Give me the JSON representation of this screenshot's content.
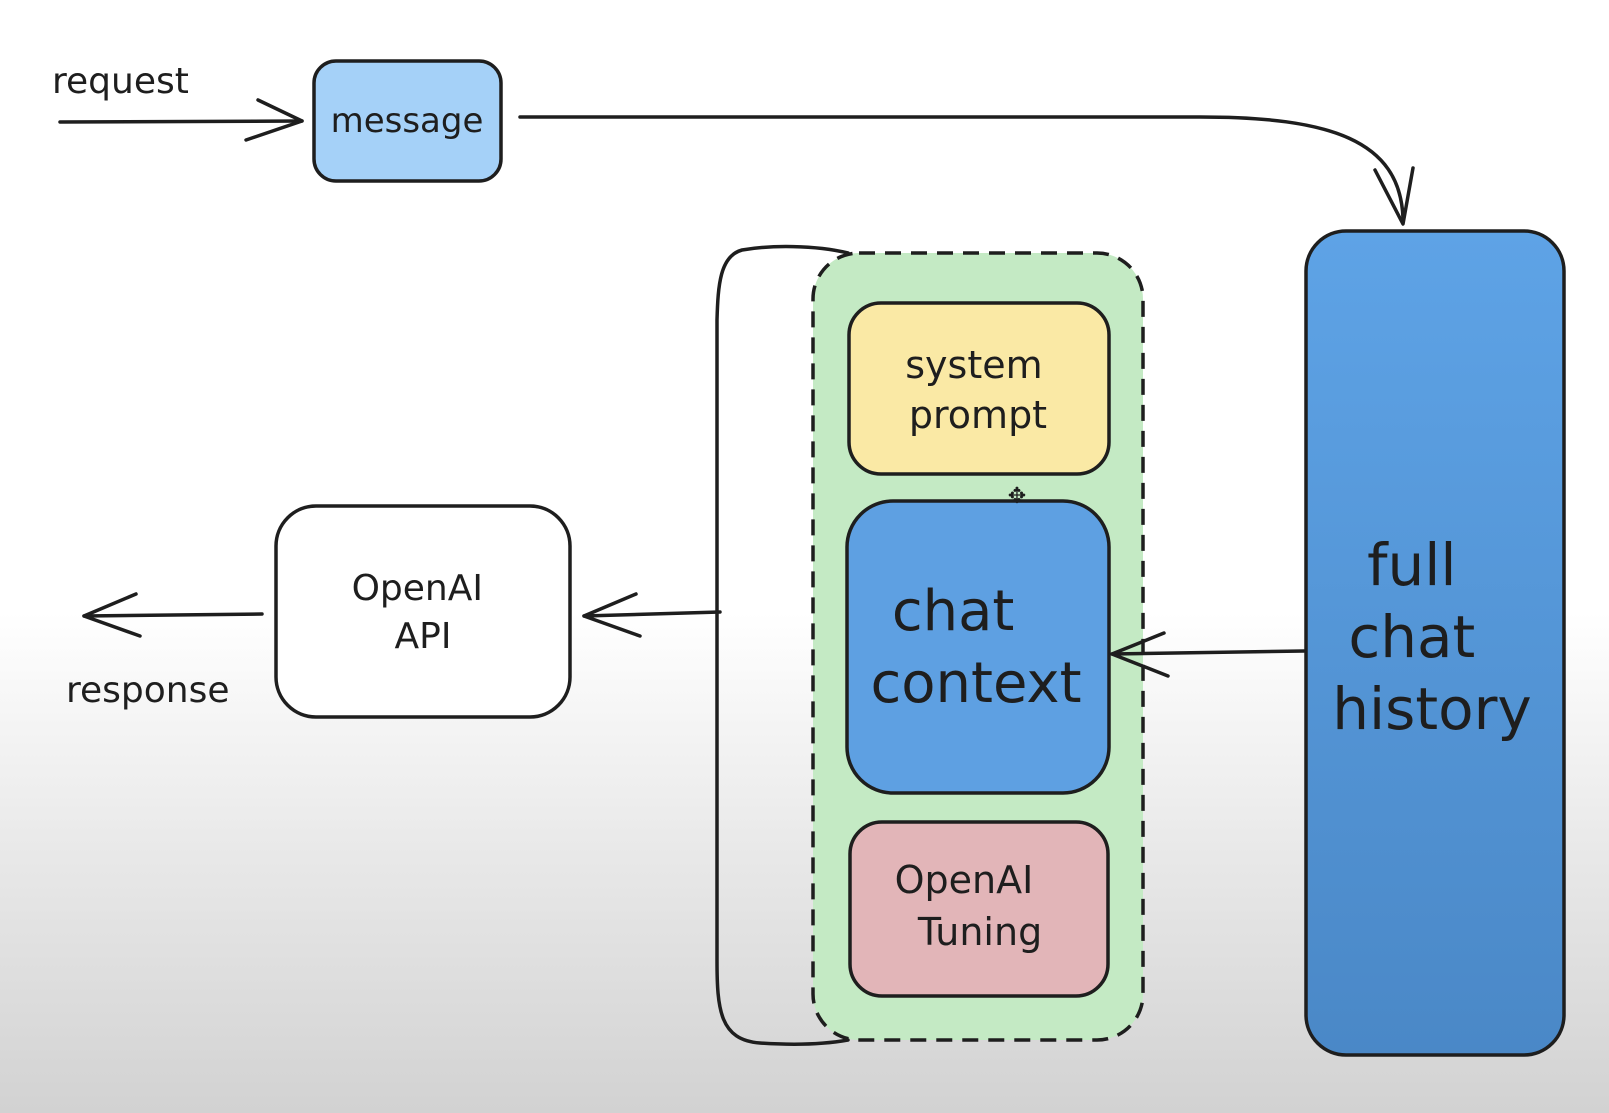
{
  "labels": {
    "request": "request",
    "message": "message",
    "response": "response",
    "openai_api": [
      "OpenAI",
      "API"
    ],
    "system_prompt": [
      "system",
      "prompt"
    ],
    "chat_context": [
      "chat",
      "context"
    ],
    "openai_tuning": [
      "OpenAI",
      "Tuning"
    ],
    "full_chat_history": [
      "full",
      "chat",
      "history"
    ]
  },
  "colors": {
    "stroke": "#1e1e1e",
    "message_fill": "#a5d1f8",
    "system_prompt_fill": "#fae9a5",
    "chat_context_fill": "#5ea0e2",
    "openai_tuning_fill": "#e2b5b8",
    "group_fill": "#c4eac4",
    "history_fill": "#5a9de0",
    "api_fill": "#ffffff"
  }
}
